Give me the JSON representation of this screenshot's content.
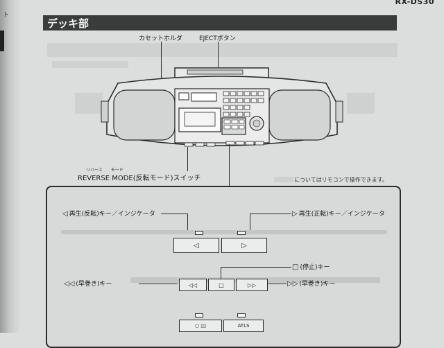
{
  "page": {
    "model": "RX-DS30",
    "binding_mark": "ト"
  },
  "section": {
    "title": "デッキ部"
  },
  "figure": {
    "cassette_holder_label": "カセットホルダ",
    "eject_label": "EJECTボタン",
    "reverse_mode_label": "REVERSE MODE(反転モード)スイッチ",
    "reverse_ruby": "リバース　　モード",
    "remote_note": "についてはリモコンで操作できます。"
  },
  "keys": {
    "reverse_play": {
      "label": "再生(反転)キー／インジケータ",
      "glyph": "◁"
    },
    "forward_play": {
      "label": "再生(正転)キー／インジケータ",
      "glyph": "▷"
    },
    "stop": {
      "label": "(停止)キー",
      "glyph": "□"
    },
    "rewind": {
      "label": "(早巻き)キー",
      "glyph": "◁◁"
    },
    "fast_forward": {
      "label": "(早巻き)キー",
      "glyph": "▷▷"
    },
    "bottom_left": {
      "glyph": "○ ▯▯"
    },
    "bottom_right": {
      "glyph": "ATLS"
    }
  },
  "colors": {
    "background": "#dcdedd",
    "header": "#3a3b3b",
    "ink": "#1a1a1a"
  }
}
